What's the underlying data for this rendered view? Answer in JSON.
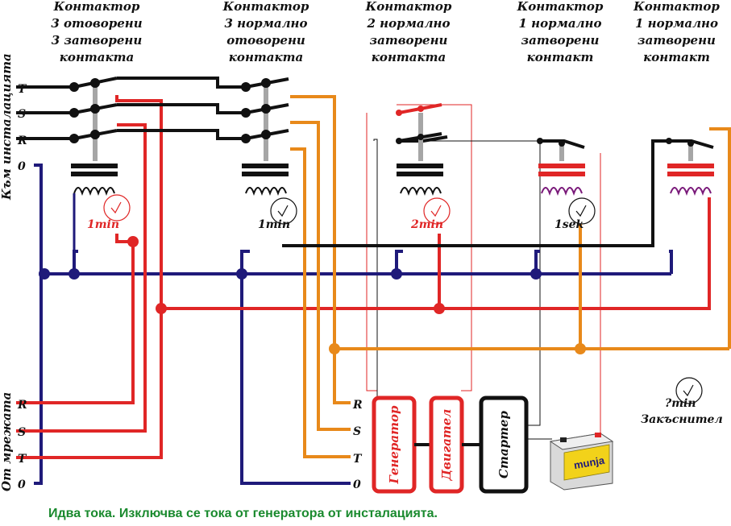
{
  "headers": [
    {
      "lines": [
        "Контактор",
        "3 отоворени",
        "3 затворени",
        "контакта"
      ]
    },
    {
      "lines": [
        "Контактор",
        "3 нормално",
        "отоворени",
        "контакта"
      ]
    },
    {
      "lines": [
        "Контактор",
        "2 нормално",
        "затворени",
        "контакта"
      ]
    },
    {
      "lines": [
        "Контактор",
        "1 нормално",
        "затворени",
        "контакт"
      ]
    },
    {
      "lines": [
        "Контактор",
        "1 нормално",
        "затворени",
        "контакт"
      ]
    }
  ],
  "side_labels": {
    "installation": "Към инсталацията",
    "grid": "От мрежата"
  },
  "phases_top": [
    "T",
    "S",
    "R",
    "0"
  ],
  "phases_grid": [
    "R",
    "S",
    "T",
    "0"
  ],
  "phases_right": [
    "R",
    "S",
    "T",
    "0"
  ],
  "timers": {
    "t1": "1min",
    "t2": "1min",
    "t3": "2min",
    "t4": "1sek",
    "t5": "?min",
    "delay_caption": "Закъснител"
  },
  "boxes": {
    "generator": "Генератор",
    "engine": "Двигател",
    "starter": "Стартер"
  },
  "battery_brand": "munja",
  "footer": "Идва тока. Изключва се тока от генератора от инсталацията.",
  "colors": {
    "red": "#e02626",
    "orange": "#e8891a",
    "navy": "#1f1a7a",
    "black": "#111111",
    "gray": "#a6a6a6",
    "green": "#1a8a2e"
  }
}
